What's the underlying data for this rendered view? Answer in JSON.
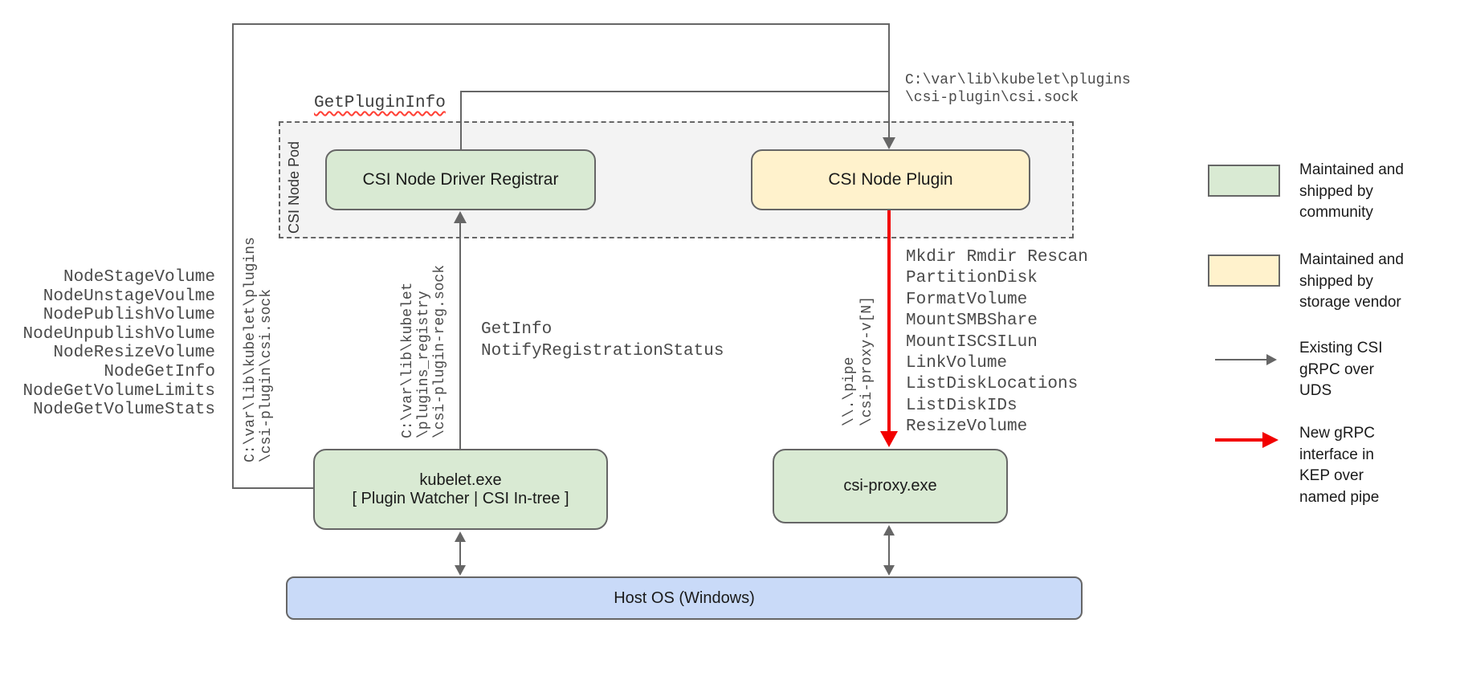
{
  "diagram": {
    "boxes": {
      "pod_label": "CSI Node Pod",
      "registrar": "CSI Node Driver Registrar",
      "plugin": "CSI Node Plugin",
      "kubelet_line1": "kubelet.exe",
      "kubelet_line2": "[ Plugin Watcher | CSI In-tree ]",
      "csi_proxy": "csi-proxy.exe",
      "host_os": "Host OS (Windows)"
    },
    "labels": {
      "get_plugin_info": "GetPluginInfo",
      "csi_sock_path": [
        "C:\\var\\lib\\kubelet\\plugins",
        "\\csi-plugin\\csi.sock"
      ],
      "registration_calls": [
        "GetInfo",
        "NotifyRegistrationStatus"
      ],
      "csi_sock_path_vertical": [
        "C:\\var\\lib\\kubelet\\plugins",
        "\\csi-plugin\\csi.sock"
      ],
      "registry_sock_vertical": [
        "C:\\var\\lib\\kubelet",
        "\\plugins_registry",
        "\\csi-plugin-reg.sock"
      ],
      "named_pipe_vertical": [
        "\\\\.\\pipe",
        "\\csi-proxy-v[N]"
      ]
    },
    "node_methods": [
      "NodeStageVolume",
      "NodeUnstageVoulme",
      "NodePublishVolume",
      "NodeUnpublishVolume",
      "NodeResizeVolume",
      "NodeGetInfo",
      "NodeGetVolumeLimits",
      "NodeGetVolumeStats"
    ],
    "proxy_methods": [
      "Mkdir Rmdir Rescan",
      "PartitionDisk",
      "FormatVolume",
      "MountSMBShare",
      "MountISCSILun",
      "LinkVolume",
      "ListDiskLocations",
      "ListDiskIDs",
      "ResizeVolume"
    ],
    "legend": [
      {
        "swatch": "green-box",
        "label": [
          "Maintained and",
          "shipped by",
          "community"
        ]
      },
      {
        "swatch": "yellow-box",
        "label": [
          "Maintained and",
          "shipped by",
          "storage vendor"
        ]
      },
      {
        "swatch": "gray-arrow",
        "label": [
          "Existing CSI",
          "gRPC over",
          "UDS"
        ]
      },
      {
        "swatch": "red-arrow",
        "label": [
          "New gRPC",
          "interface in",
          "KEP over",
          "named pipe"
        ]
      }
    ]
  },
  "colors": {
    "community_green": "#d9ead3",
    "vendor_yellow": "#fff2cc",
    "host_blue": "#c9daf8",
    "pod_gray": "#f3f3f3",
    "line_gray": "#666666",
    "arrow_red": "#f20000",
    "squiggle_red": "#ff4136"
  }
}
